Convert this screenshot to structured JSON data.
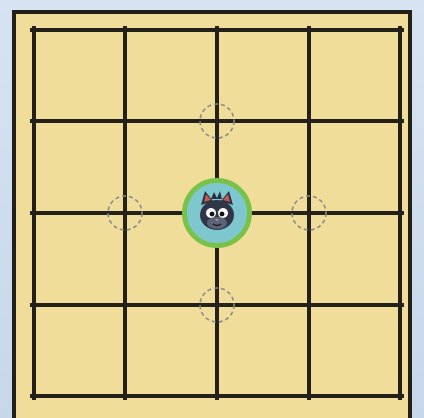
{
  "game": {
    "board": {
      "rows": 4,
      "cols": 4,
      "frame_color": "#222018",
      "cell_color": "#f0dd9a"
    },
    "piece": {
      "type": "cat",
      "icon": "cat-face-icon",
      "ring_color": "#79c24a",
      "background_color": "#7fc7cf",
      "node": {
        "row": 2,
        "col": 2
      }
    },
    "move_targets": [
      {
        "name": "move-target-up",
        "row": 1,
        "col": 2
      },
      {
        "name": "move-target-left",
        "row": 2,
        "col": 1
      },
      {
        "name": "move-target-right",
        "row": 2,
        "col": 3
      },
      {
        "name": "move-target-down",
        "row": 3,
        "col": 2
      }
    ]
  }
}
